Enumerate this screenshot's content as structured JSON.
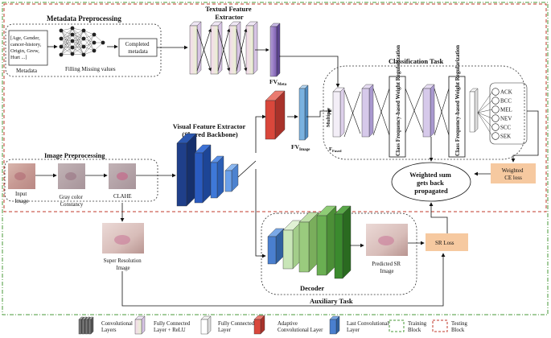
{
  "title_textual": [
    "Textual Feature",
    "Extractor"
  ],
  "metadata": {
    "title": "Metadata Preprocessing",
    "box_lines": [
      "[Age, Gender,",
      "cancer-history,",
      "Origin, Grew,",
      "Hurt ...]"
    ],
    "label": "Metadata",
    "filling": "Filling Missing values",
    "completed": [
      "Completed",
      "metadata"
    ]
  },
  "fv_meta": {
    "main": "FV",
    "sub": "Meta"
  },
  "fv_image": {
    "main": "FV",
    "sub": "Image"
  },
  "f_fused": {
    "main": "F",
    "sub": "Fused"
  },
  "classification": {
    "title": "Classification Task",
    "multiply": "Multiply",
    "reg1": "Class Frequency-based Weight Regularization",
    "reg2": "Class Frequency-based Weight Regularization",
    "classes": [
      "ACK",
      "BCC",
      "MEL",
      "NEV",
      "SCC",
      "SEK"
    ]
  },
  "visual": {
    "title": [
      "Visual Feature Extractor",
      "(Shared Backbone)"
    ]
  },
  "image_pre": {
    "title": "Image Preprocessing",
    "input": [
      "Input",
      "Image"
    ],
    "gray": [
      "Gray color",
      "Constancy"
    ],
    "clahe": "CLAHE"
  },
  "weighted_ce": [
    "Weighted",
    "CE loss"
  ],
  "weighted_sum": [
    "Weighted sum",
    "gets back",
    "propagated"
  ],
  "super_res": [
    "Super Resolution",
    "Image"
  ],
  "decoder": "Decoder",
  "predicted": [
    "Predicted SR",
    "Image"
  ],
  "sr_loss": "SR Loss",
  "auxiliary": "Auxiliary Task",
  "legend": [
    {
      "label": [
        "Convolutional",
        "Layers"
      ],
      "icon": "conv-layers-icon"
    },
    {
      "label": [
        "Fully Connected",
        "Layer + ReLU"
      ],
      "icon": "fc-relu-icon"
    },
    {
      "label": [
        "Fully Connected",
        "Layer"
      ],
      "icon": "fc-icon"
    },
    {
      "label": [
        "Adaptive",
        "Convolutional Layer"
      ],
      "icon": "adaptive-conv-icon"
    },
    {
      "label": [
        "Last Convolutional",
        "Layer"
      ],
      "icon": "last-conv-icon"
    },
    {
      "label": [
        "Training",
        "Block"
      ],
      "icon": "training-block-icon"
    },
    {
      "label": [
        "Testing",
        "Block"
      ],
      "icon": "testing-block-icon"
    }
  ],
  "colors": {
    "testing_border": "#c0392b",
    "training_border": "#4a9a3a",
    "visual_blue": "#1f4fa8",
    "adaptive_red": "#d9473b",
    "fv_image_blue": "#7ab2e0",
    "decoder_green": "#3b8a2e",
    "loss_fill": "#f6c9a0"
  }
}
